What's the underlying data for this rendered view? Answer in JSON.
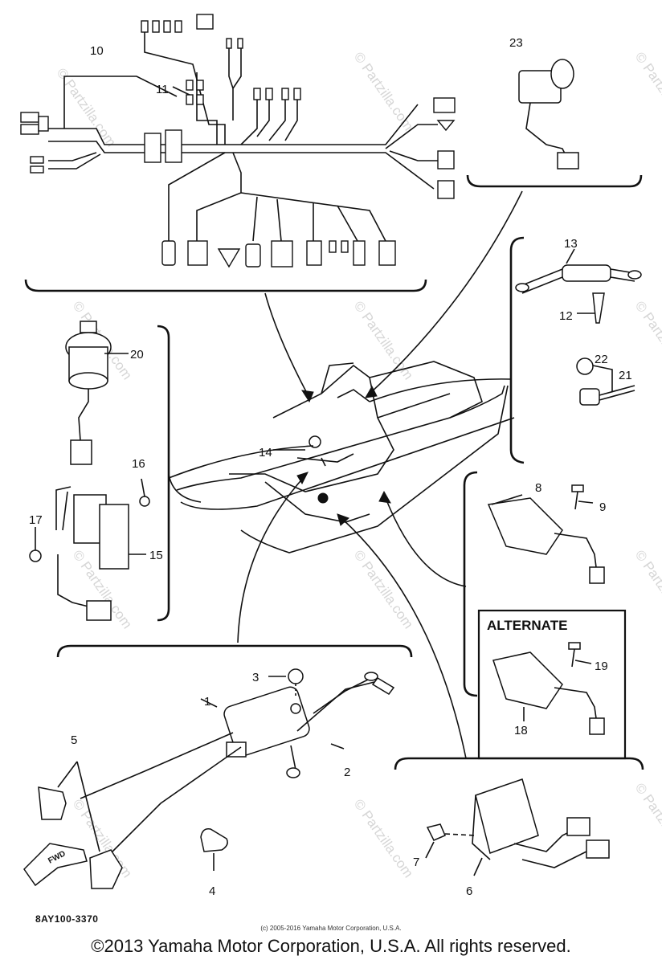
{
  "callouts": [
    {
      "id": "c1",
      "text": "1"
    },
    {
      "id": "c2",
      "text": "2"
    },
    {
      "id": "c3",
      "text": "3"
    },
    {
      "id": "c4",
      "text": "4"
    },
    {
      "id": "c5",
      "text": "5"
    },
    {
      "id": "c6",
      "text": "6"
    },
    {
      "id": "c7",
      "text": "7"
    },
    {
      "id": "c8",
      "text": "8"
    },
    {
      "id": "c9",
      "text": "9"
    },
    {
      "id": "c10",
      "text": "10"
    },
    {
      "id": "c11",
      "text": "11"
    },
    {
      "id": "c12",
      "text": "12"
    },
    {
      "id": "c13",
      "text": "13"
    },
    {
      "id": "c14",
      "text": "14"
    },
    {
      "id": "c15",
      "text": "15"
    },
    {
      "id": "c16",
      "text": "16"
    },
    {
      "id": "c17",
      "text": "17"
    },
    {
      "id": "c18",
      "text": "18"
    },
    {
      "id": "c19",
      "text": "19"
    },
    {
      "id": "c20",
      "text": "20"
    },
    {
      "id": "c21",
      "text": "21"
    },
    {
      "id": "c22",
      "text": "22"
    },
    {
      "id": "c23",
      "text": "23"
    }
  ],
  "alternate_label": "ALTERNATE",
  "forward_label": "FWD",
  "watermark_text": "© Partzilla.com",
  "diagram_code": "8AY100-3370",
  "small_copyright": "(c) 2005-2016 Yamaha Motor Corporation, U.S.A.",
  "copyright": "©2013 Yamaha Motor Corporation, U.S.A. All rights reserved."
}
